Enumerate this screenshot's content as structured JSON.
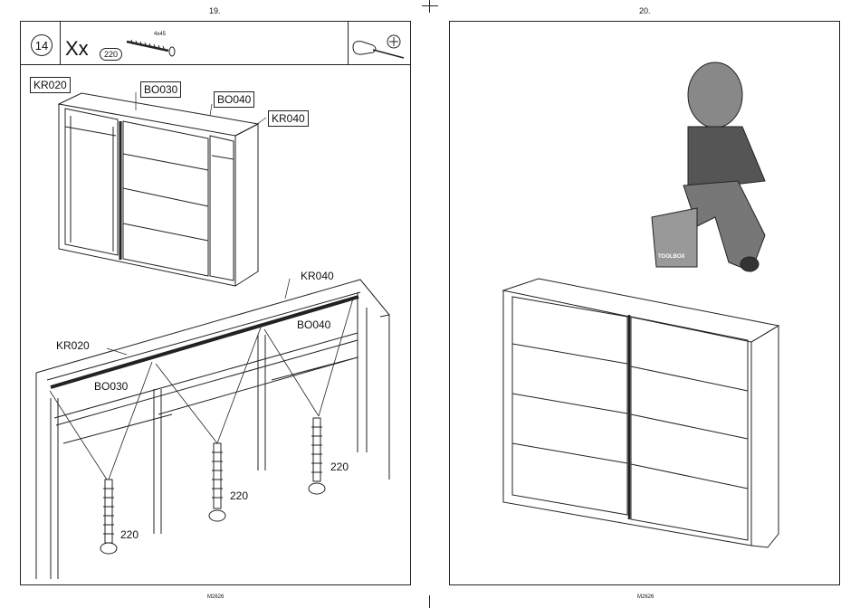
{
  "pages": [
    {
      "number": "19.",
      "footer": "M2626"
    },
    {
      "number": "20.",
      "footer": "M2626"
    }
  ],
  "step": {
    "number": "14",
    "quantity": "Xx",
    "part_code": "220",
    "screw_size": "4x45"
  },
  "labels_top": [
    "KR020",
    "BO030",
    "BO040",
    "KR040"
  ],
  "labels_bottom": {
    "kr040": "KR040",
    "bo040": "BO040",
    "kr020": "KR020",
    "bo030": "BO030",
    "screw_count_1": "220",
    "screw_count_2": "220",
    "screw_count_3": "220"
  },
  "mascot_box_text": "TOOLBOX",
  "icons": [
    "screwdriver-icon",
    "crosshead-icon",
    "screw-icon",
    "wardrobe-drawing",
    "mascot-figure"
  ]
}
